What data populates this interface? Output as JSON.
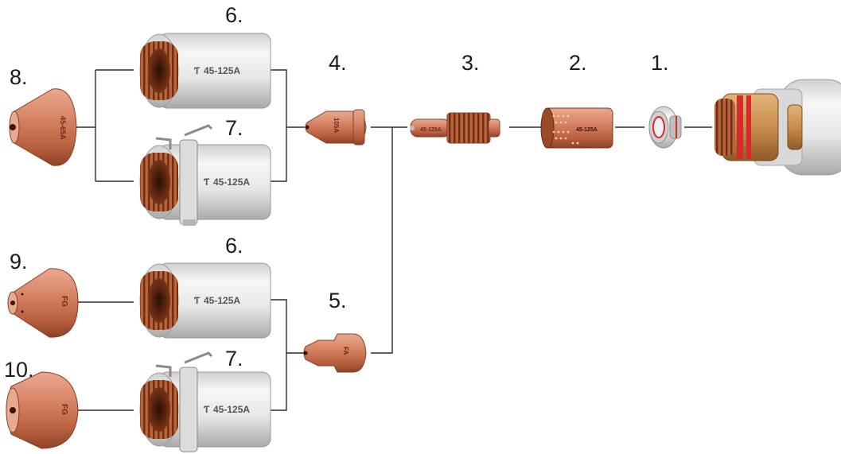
{
  "labels": {
    "n1": "1.",
    "n2": "2.",
    "n3": "3.",
    "n4": "4.",
    "n5": "5.",
    "n6a": "6.",
    "n7a": "7.",
    "n6b": "6.",
    "n7b": "7.",
    "n8": "8.",
    "n9": "9.",
    "n10": "10."
  },
  "engravings": {
    "retainer_6a": "45-125A",
    "retainer_7a": "45-125A",
    "retainer_6b": "45-125A",
    "retainer_7b": "45-125A",
    "swirl": "45-125A",
    "electrode": "45-125A",
    "nozzle_4": "105A",
    "nozzle_5": "FA",
    "shield_8": "45-65A",
    "shield_9": "FG",
    "shield_10": "FG"
  },
  "colors": {
    "copper": "#c8735a",
    "copper_dark": "#8a3e24",
    "thread": "#a85530",
    "silver": "#e9e9e9",
    "silver_dark": "#b4b4b4",
    "line": "#2a2a2a",
    "text": "#1a1a1a",
    "red_ring": "#d52b2b"
  }
}
